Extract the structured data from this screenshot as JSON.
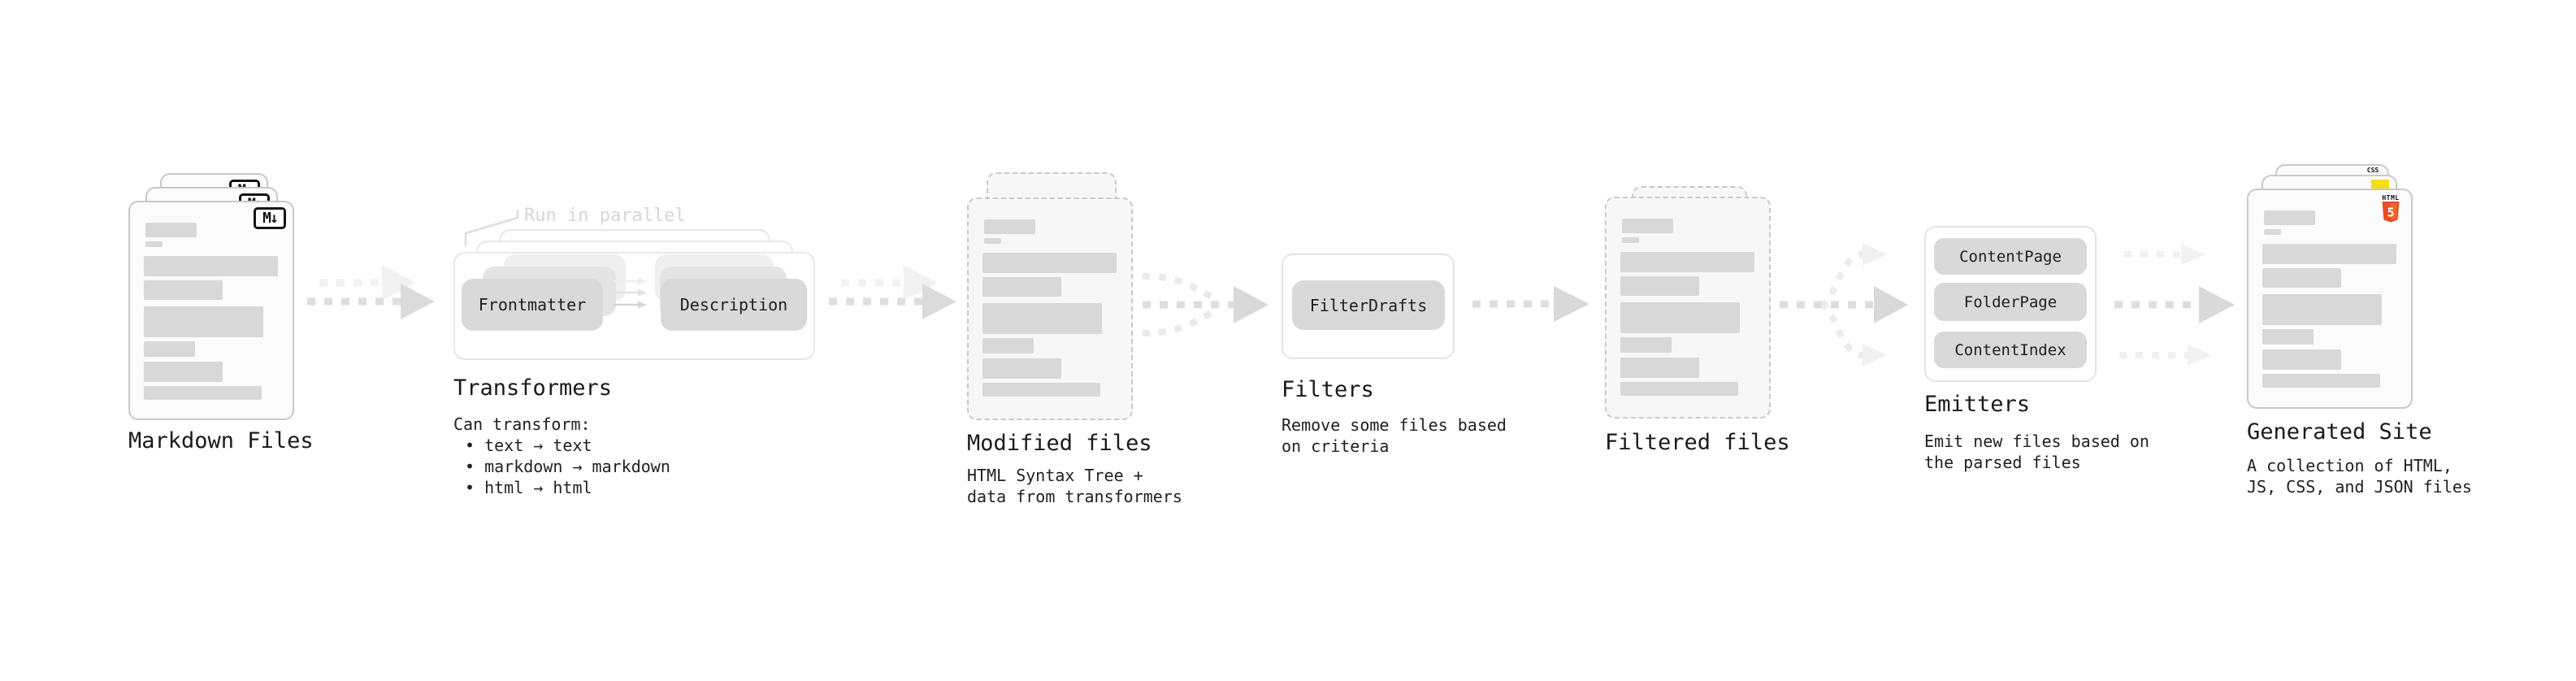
{
  "markdown_files": {
    "title": "Markdown Files",
    "badge": "M↓"
  },
  "transformers": {
    "callout": "Run in parallel",
    "pill_left": "Frontmatter",
    "pill_right": "Description",
    "title": "Transformers",
    "desc_intro": "Can transform:",
    "bullets": [
      "• text → text",
      "• markdown → markdown",
      "• html → html"
    ]
  },
  "modified_files": {
    "title": "Modified files",
    "desc": [
      "HTML Syntax Tree +",
      "data from transformers"
    ]
  },
  "filters": {
    "pill": "FilterDrafts",
    "title": "Filters",
    "desc": [
      "Remove some files based",
      "on criteria"
    ]
  },
  "filtered_files": {
    "title": "Filtered files"
  },
  "emitters": {
    "pills": [
      "ContentPage",
      "FolderPage",
      "ContentIndex"
    ],
    "title": "Emitters",
    "desc": [
      "Emit new files based on",
      "the parsed files"
    ]
  },
  "generated_site": {
    "title": "Generated Site",
    "desc": [
      "A collection of HTML,",
      "JS, CSS, and JSON files"
    ],
    "badges": {
      "css": "CSS",
      "html": "HTML",
      "html_number": "5"
    }
  },
  "colors": {
    "html5_orange": "#e44d26",
    "html5_orange_light": "#f16529",
    "js_yellow": "#f5de19",
    "css_blue": "#2962f1",
    "pill_gray": "#d9d9d9",
    "bar_gray": "#d8d8d8",
    "arrow_gray": "#dcdcdc",
    "arrow_faint": "#f1f1f1"
  }
}
